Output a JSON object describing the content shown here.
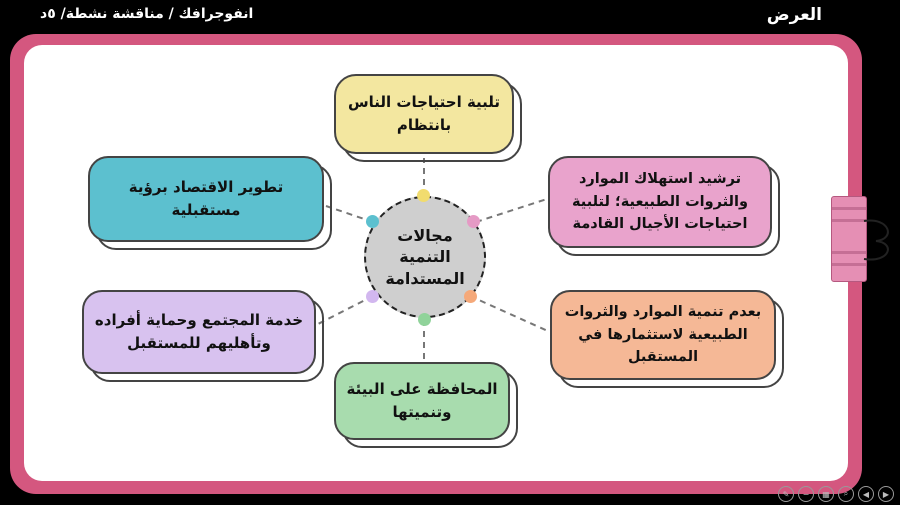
{
  "header": {
    "left_title": "انفوجرافك / مناقشة نشطة/ ٥د",
    "right_title": "العرض"
  },
  "diagram": {
    "center": "مجالات التنمية المستدامة",
    "nodes": {
      "top": "تلبية احتياجات الناس بانتظام",
      "top_right": "ترشيد استهلاك الموارد والثروات الطبيعية؛ لتلبية احتياجات الأجيال القادمة",
      "bottom_right": "بعدم تنمية الموارد والثروات الطبيعية لاستثمارها في المستقبل",
      "bottom": "المحافظة على البيئة وتنميتها",
      "bottom_left": "خدمة المجتمع وحماية أفراده وتأهليهم للمستقبل",
      "top_left": "تطوير الاقتصاد برؤية مستقبلية"
    }
  },
  "colors": {
    "yellow": "#f3e7a0",
    "pink": "#e9a3cc",
    "orange": "#f5b896",
    "green": "#a8dcae",
    "purple": "#d8c2ef",
    "teal": "#5cc0cf",
    "frame": "#d4577f"
  },
  "nav": {
    "icons": [
      "pen-icon",
      "zoom-out-icon",
      "slides-icon",
      "zoom-icon",
      "prev-icon",
      "next-icon"
    ]
  }
}
